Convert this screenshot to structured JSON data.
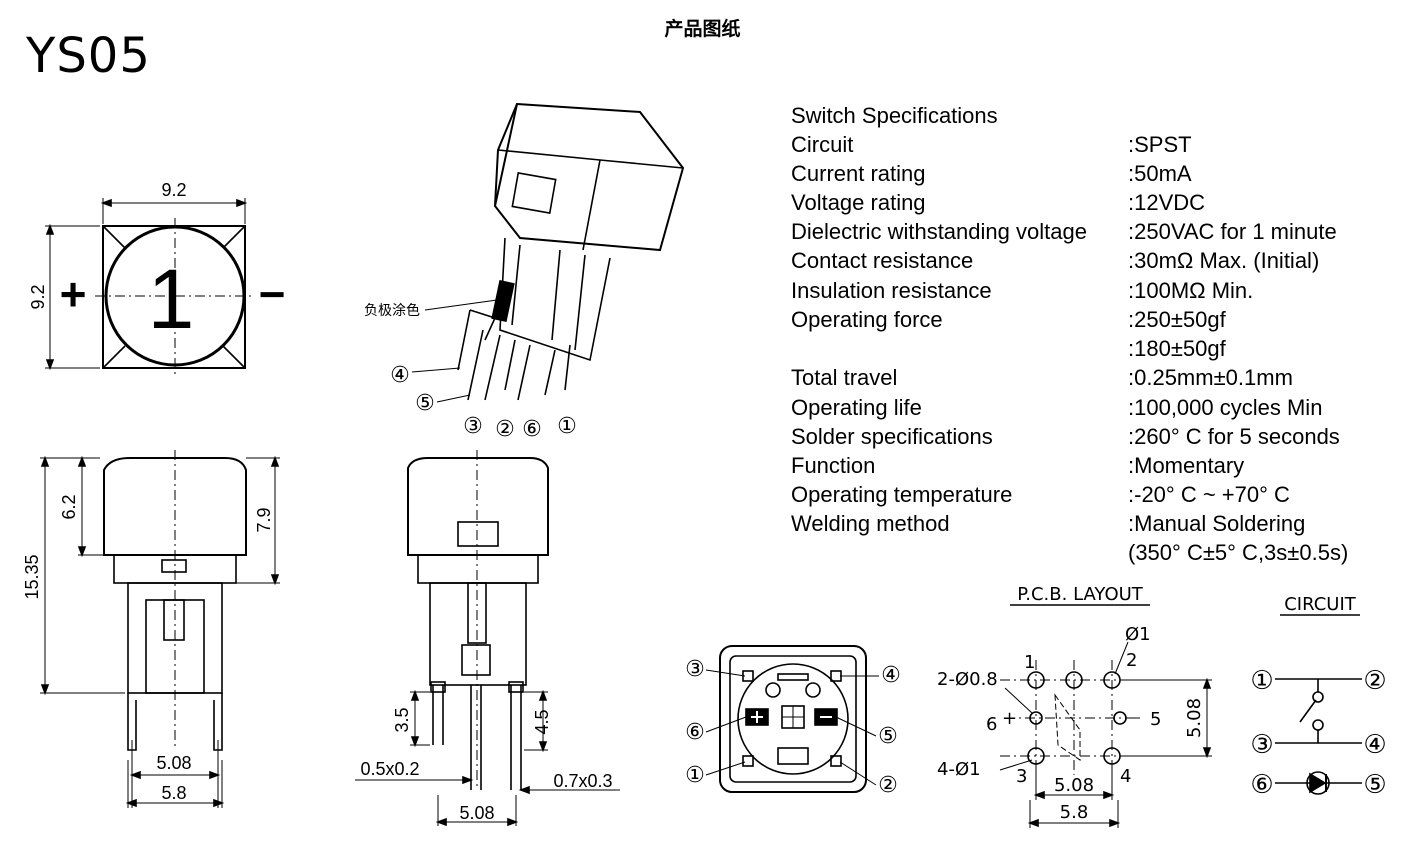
{
  "page_title": "产品图纸",
  "model": "YS05",
  "spec": {
    "heading": "Switch Specifications",
    "rows": [
      {
        "label": "Circuit",
        "value": ":SPST"
      },
      {
        "label": "Current rating",
        "value": ":50mA"
      },
      {
        "label": "Voltage rating",
        "value": ":12VDC"
      },
      {
        "label": "Dielectric withstanding voltage",
        "value": ":250VAC for 1 minute"
      },
      {
        "label": "Contact resistance",
        "value": ":30mΩ   Max. (Initial)"
      },
      {
        "label": "Insulation resistance",
        "value": ":100MΩ   Min."
      },
      {
        "label": "Operating force",
        "value": ":250±50gf"
      },
      {
        "label": "",
        "value": ":180±50gf"
      },
      {
        "label": "Total travel",
        "value": ":0.25mm±0.1mm"
      },
      {
        "label": "Operating life",
        "value": ":100,000 cycles Min"
      },
      {
        "label": "Solder specifications",
        "value": ":260° C for 5 seconds"
      },
      {
        "label": "Function",
        "value": ":Momentary"
      },
      {
        "label": "Operating temperature",
        "value": ":-20° C ~ +70° C"
      },
      {
        "label": "Welding method",
        "value": ":Manual Soldering"
      },
      {
        "label": "",
        "value": "(350° C±5° C,3s±0.5s)"
      }
    ]
  },
  "top_view": {
    "width": "9.2",
    "height": "9.2",
    "cap_number": "1",
    "plus": "+",
    "minus": "−"
  },
  "iso_view": {
    "note": "负极涂色",
    "pins": [
      "④",
      "⑤",
      "③",
      "②",
      "⑥",
      "①"
    ]
  },
  "front_view": {
    "height_total": "15.35",
    "cap_h": "6.2",
    "body_h": "7.9",
    "pitch": "5.08",
    "width": "5.8"
  },
  "side_view": {
    "lead_len": "3.5",
    "lead_len2": "4.5",
    "pin_a": "0.5x0.2",
    "pin_b": "0.7x0.3",
    "pitch": "5.08"
  },
  "bottom_view": {
    "pins": [
      "③",
      "④",
      "⑥",
      "⑤",
      "①",
      "②"
    ]
  },
  "pcb": {
    "title": "P.C.B. LAYOUT",
    "hole_a": "2-Ø0.8",
    "hole_b": "4-Ø1",
    "hole_c": "Ø1",
    "pitch_x": "5.08",
    "width": "5.8",
    "pitch_y": "5.08",
    "n1": "1",
    "n2": "2",
    "n3": "3",
    "n4": "4",
    "n5": "5",
    "n6": "6",
    "plus": "+"
  },
  "circuit": {
    "title": "CIRCUIT",
    "pins": [
      "①",
      "②",
      "③",
      "④",
      "⑥",
      "⑤"
    ]
  }
}
